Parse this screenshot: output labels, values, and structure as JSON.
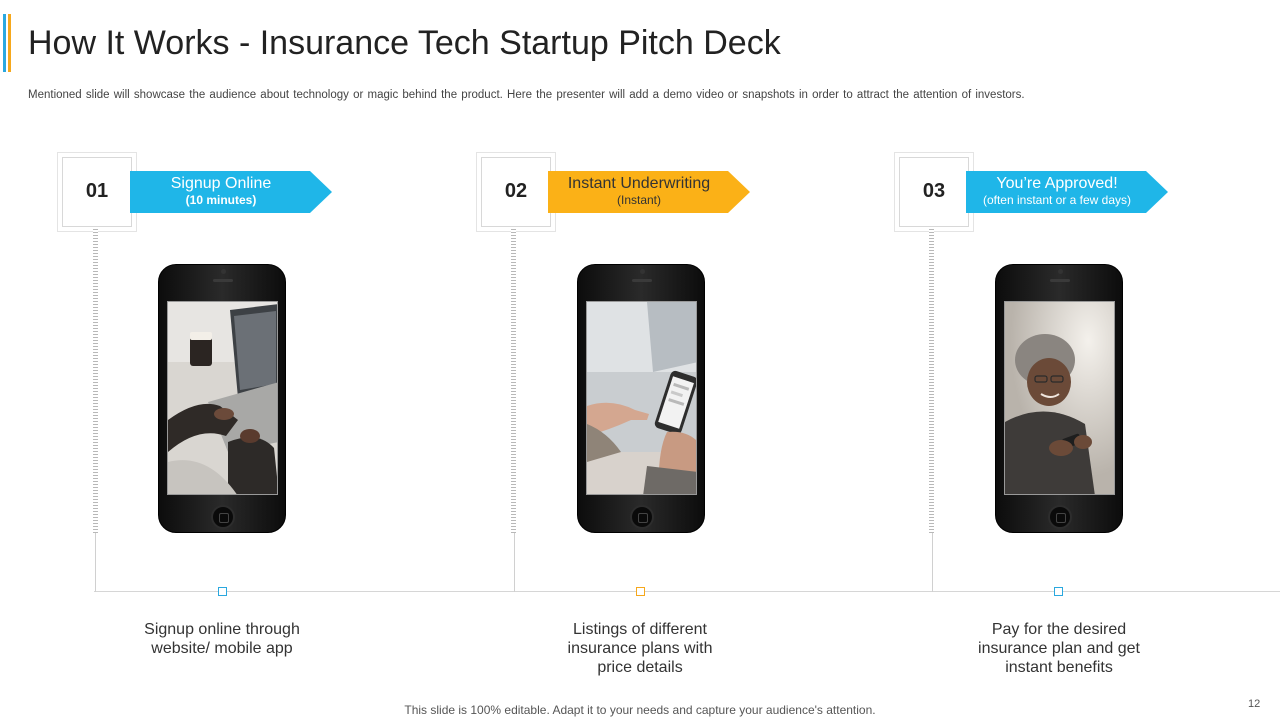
{
  "slide": {
    "title": "How It Works - Insurance Tech Startup Pitch Deck",
    "subtitle": "Mentioned slide will showcase the audience about technology or magic behind the product. Here the presenter will add a demo video or snapshots in order to attract the attention of investors.",
    "page_number": "12",
    "footer": "This slide is 100% editable. Adapt it to your needs and capture your audience's attention."
  },
  "colors": {
    "blue": "#1fb6e8",
    "orange": "#fbb117",
    "accent_blue": "#2aa8df",
    "accent_orange": "#f6a81c"
  },
  "steps": [
    {
      "number": "01",
      "label": "Signup Online",
      "sublabel": "(10 minutes)",
      "description_lines": [
        "Signup online through",
        "website/ mobile app"
      ],
      "image": "person-using-laptop-and-phone"
    },
    {
      "number": "02",
      "label": "Instant Underwriting",
      "sublabel": "(Instant)",
      "description_lines": [
        "Listings of different",
        "insurance plans with",
        "price details"
      ],
      "image": "hands-pointing-at-phone"
    },
    {
      "number": "03",
      "label": "You’re Approved!",
      "sublabel": "(often instant or a few days)",
      "description_lines": [
        "Pay for the desired",
        "insurance plan and get",
        "instant benefits"
      ],
      "image": "smiling-person-with-phone"
    }
  ]
}
